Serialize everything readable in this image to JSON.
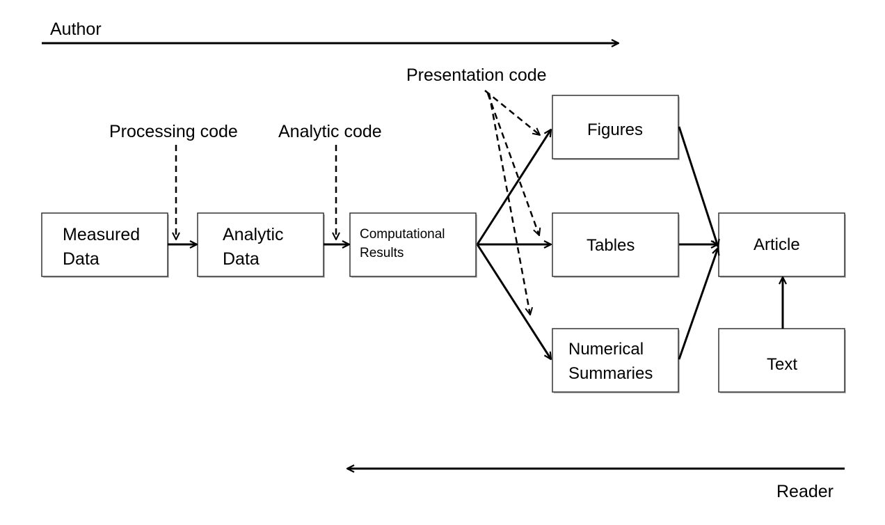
{
  "labels": {
    "author": "Author",
    "reader": "Reader",
    "processing_code": "Processing code",
    "analytic_code": "Analytic code",
    "presentation_code": "Presentation code"
  },
  "boxes": {
    "measured_data": [
      "Measured",
      "Data"
    ],
    "analytic_data": [
      "Analytic",
      "Data"
    ],
    "computational_results": [
      "Computational",
      "Results"
    ],
    "figures": "Figures",
    "tables": "Tables",
    "numerical_summaries": [
      "Numerical",
      "Summaries"
    ],
    "article": "Article",
    "text": "Text"
  }
}
